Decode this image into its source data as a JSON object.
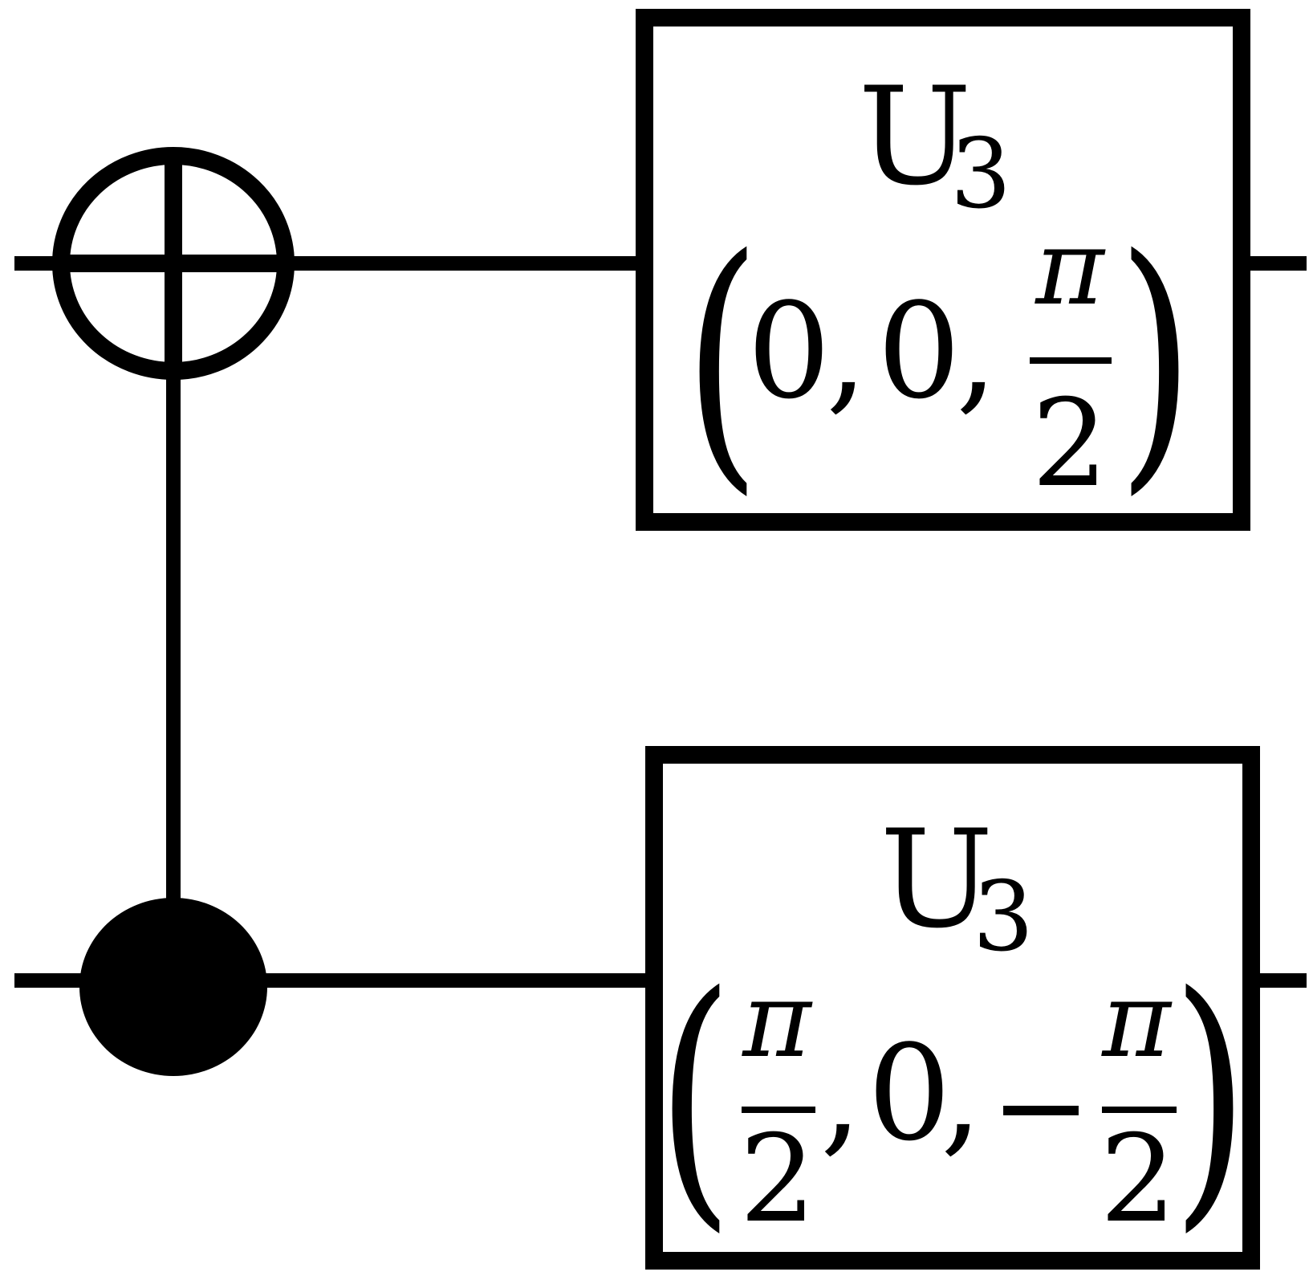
{
  "circuit": {
    "gates": [
      {
        "name": "U",
        "subscript": "3",
        "open_paren": "(",
        "arg1": "0",
        "sep1": ",",
        "arg2": "0",
        "sep2": ",",
        "arg3_num": "π",
        "arg3_den": "2",
        "close_paren": ")"
      },
      {
        "name": "U",
        "subscript": "3",
        "open_paren": "(",
        "arg1_num": "π",
        "arg1_den": "2",
        "sep1": ",",
        "arg2": "0",
        "sep2": ",",
        "arg3_sign": "−",
        "arg3_num": "π",
        "arg3_den": "2",
        "close_paren": ")"
      }
    ]
  }
}
